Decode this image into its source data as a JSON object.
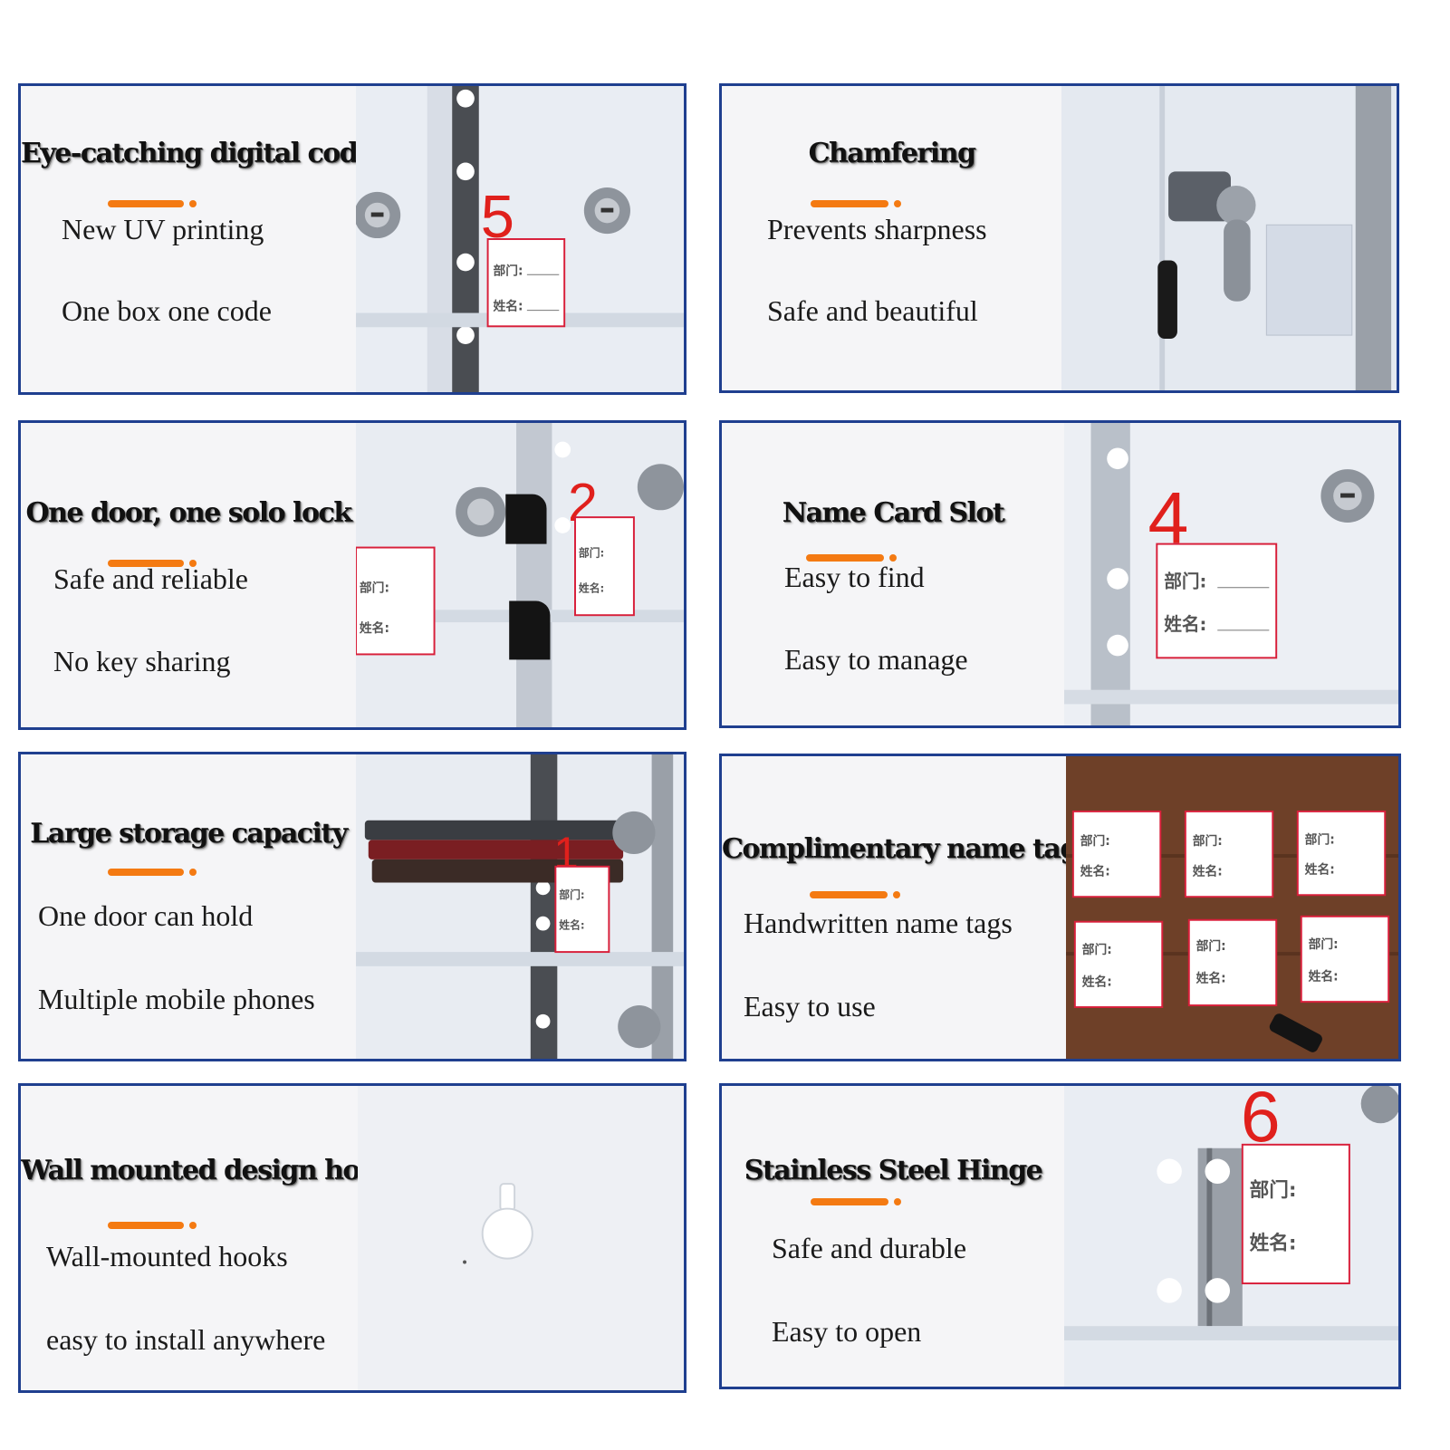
{
  "panels": [
    {
      "title": "Eye-catching digital code",
      "line1": "New UV printing",
      "line2": "One box one code",
      "digit": "5",
      "tag_dept": "部门:",
      "tag_name": "姓名:"
    },
    {
      "title": "Chamfering",
      "line1": "Prevents sharpness",
      "line2": "Safe and beautiful"
    },
    {
      "title": "One door, one solo lock",
      "line1": "Safe and reliable",
      "line2": "No key sharing",
      "digit": "2",
      "tag_dept": "部门:",
      "tag_name": "姓名:"
    },
    {
      "title": "Name Card Slot",
      "line1": "Easy to find",
      "line2": "Easy to manage",
      "digit": "4",
      "tag_dept": "部门:",
      "tag_name": "姓名:"
    },
    {
      "title": "Large storage capacity",
      "line1": "One door can hold",
      "line2": "Multiple mobile phones",
      "digit": "1",
      "tag_dept": "部门:",
      "tag_name": "姓名:"
    },
    {
      "title": "Complimentary name tags",
      "line1": "Handwritten name tags",
      "line2": "Easy to use",
      "tag_dept": "部门:",
      "tag_name": "姓名:"
    },
    {
      "title": "Wall mounted design hole",
      "line1": "Wall-mounted hooks",
      "line2": "easy to install anywhere"
    },
    {
      "title": "Stainless Steel Hinge",
      "line1": "Safe and durable",
      "line2": "Easy to open",
      "digit": "6",
      "tag_dept": "部门:",
      "tag_name": "姓名:"
    }
  ],
  "colors": {
    "frame": "#1f3f8f",
    "accent": "#f47a12",
    "digit_red": "#e0201c",
    "tag_border": "#d81f3a",
    "wood": "#6e4028"
  }
}
